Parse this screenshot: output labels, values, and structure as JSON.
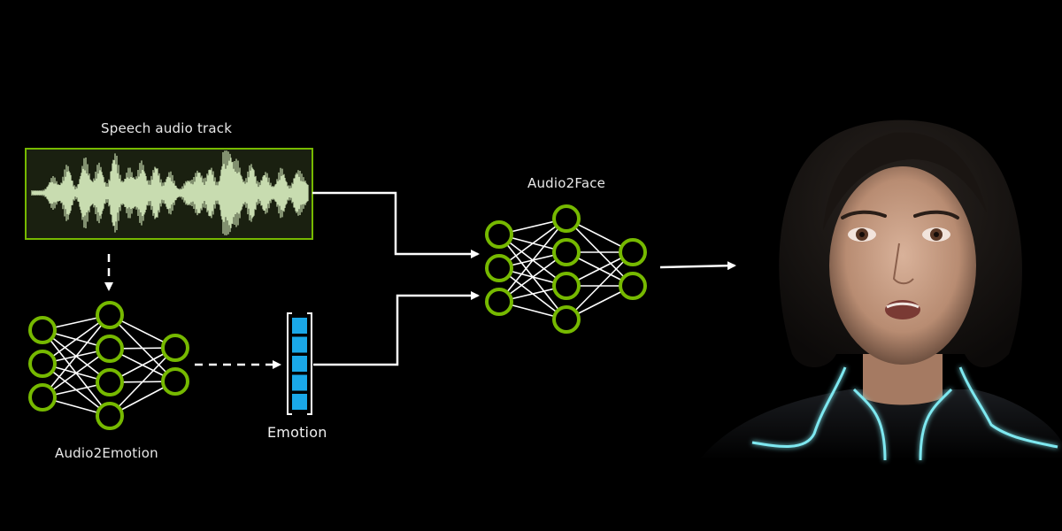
{
  "labels": {
    "speech_audio_track": "Speech audio track",
    "audio2face": "Audio2Face",
    "audio2emotion": "Audio2Emotion",
    "emotion": "Emotion"
  },
  "colors": {
    "background": "#000000",
    "node_stroke": "#76b900",
    "waveform": "#c8dcb0",
    "waveform_bg": "#222a14",
    "emotion_cell": "#1aa8e8",
    "arrow": "#ffffff",
    "suit_glow": "#7ee8f0"
  },
  "audio2emotion_network": {
    "layers": [
      3,
      4,
      2
    ]
  },
  "audio2face_network": {
    "layers": [
      3,
      4,
      2
    ]
  },
  "emotion_vector": {
    "cells": 5
  }
}
